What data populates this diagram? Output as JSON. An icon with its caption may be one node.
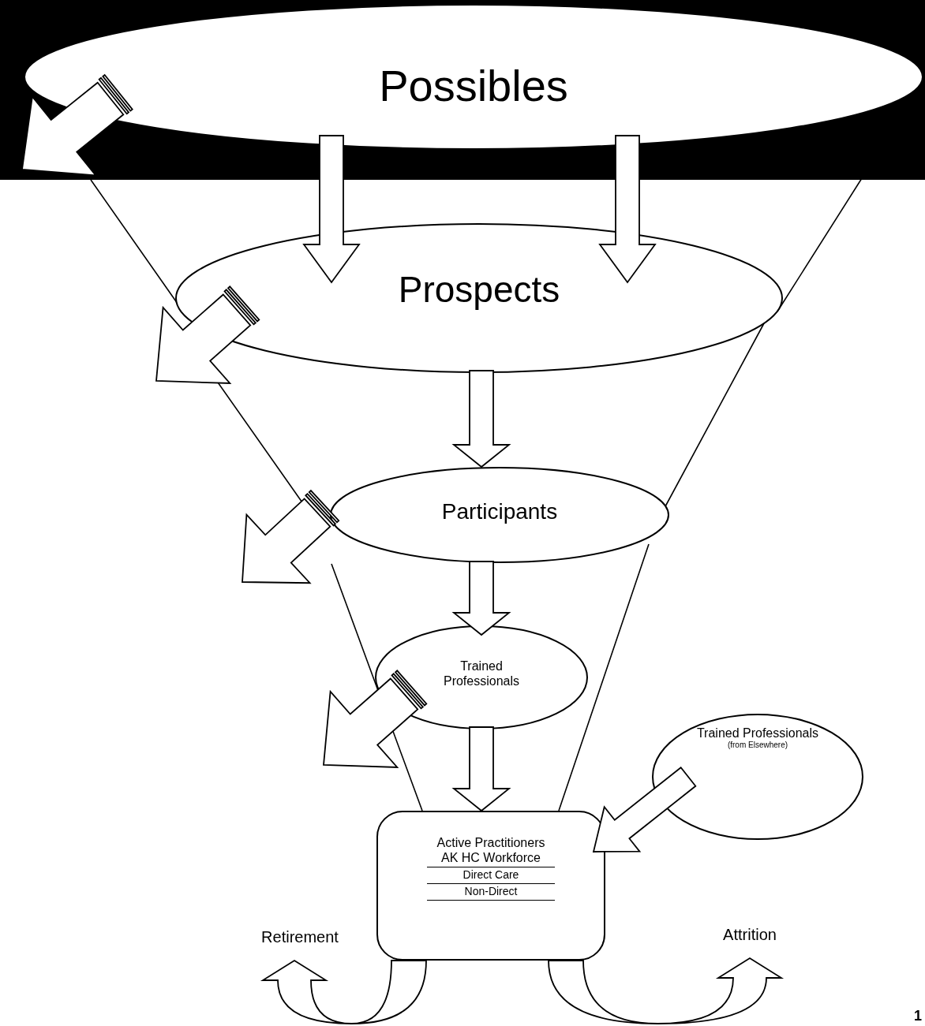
{
  "diagram": {
    "nodes": [
      {
        "text": [
          "Possibles"
        ]
      },
      {
        "text": [
          "Prospects"
        ]
      },
      {
        "text": [
          "Participants"
        ]
      },
      {
        "text": [
          "Trained Professionals"
        ]
      },
      {
        "text": [
          "Trained Professionals",
          "(from Elsewhere)"
        ]
      },
      {
        "text": [
          "Active Practitioners AK HC Workforce",
          "Direct Care",
          "Non-Direct"
        ]
      },
      {
        "text": [
          "Retirement"
        ]
      },
      {
        "text": [
          "Attrition"
        ]
      }
    ],
    "edges": [
      {
        "from": 0,
        "to": 1,
        "arrow": "to"
      },
      {
        "from": 0,
        "to": 1,
        "arrow": "to"
      },
      {
        "from": 1,
        "to": 2,
        "arrow": "to"
      },
      {
        "from": 2,
        "to": 3,
        "arrow": "to"
      },
      {
        "from": 3,
        "to": 5,
        "arrow": "to"
      },
      {
        "from": 4,
        "to": 5,
        "arrow": "to"
      },
      {
        "from": 5,
        "to": 6,
        "arrow": "to"
      },
      {
        "from": 5,
        "to": 7,
        "arrow": "to"
      },
      {
        "from": 0,
        "to": null,
        "arrow": "to"
      },
      {
        "from": 1,
        "to": null,
        "arrow": "to"
      },
      {
        "from": 2,
        "to": null,
        "arrow": "to"
      },
      {
        "from": 3,
        "to": null,
        "arrow": "to"
      }
    ],
    "labels": [
      "1"
    ]
  }
}
